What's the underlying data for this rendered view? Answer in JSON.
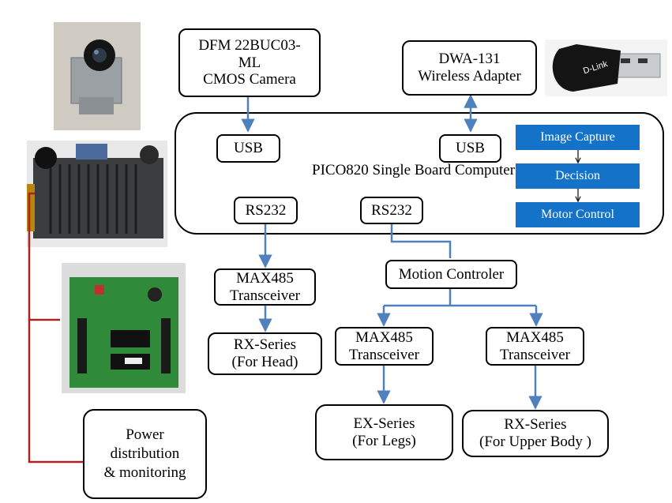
{
  "nodes": {
    "camera": "DFM 22BUC03-\nML\nCMOS Camera",
    "wifi": "DWA-131\nWireless Adapter",
    "usb_left": "USB",
    "usb_right": "USB",
    "board": "PICO820 Single Board Computer",
    "rs232_left": "RS232",
    "rs232_right": "RS232",
    "max485_head": "MAX485\nTransceiver",
    "rx_head": "RX-Series\n(For Head)",
    "motion": "Motion Controler",
    "max485_legs": "MAX485\nTransceiver",
    "max485_body": "MAX485\nTransceiver",
    "ex_legs": "EX-Series\n(For Legs)",
    "rx_body": "RX-Series\n(For Upper Body )",
    "power": "Power\ndistribution\n& monitoring"
  },
  "software": {
    "capture": "Image Capture",
    "decision": "Decision",
    "motor": "Motor Control"
  },
  "colors": {
    "arrow": "#4f81bd",
    "power_line": "#a82424",
    "software_block": "#1473c8"
  },
  "logo_text": "D-Link"
}
